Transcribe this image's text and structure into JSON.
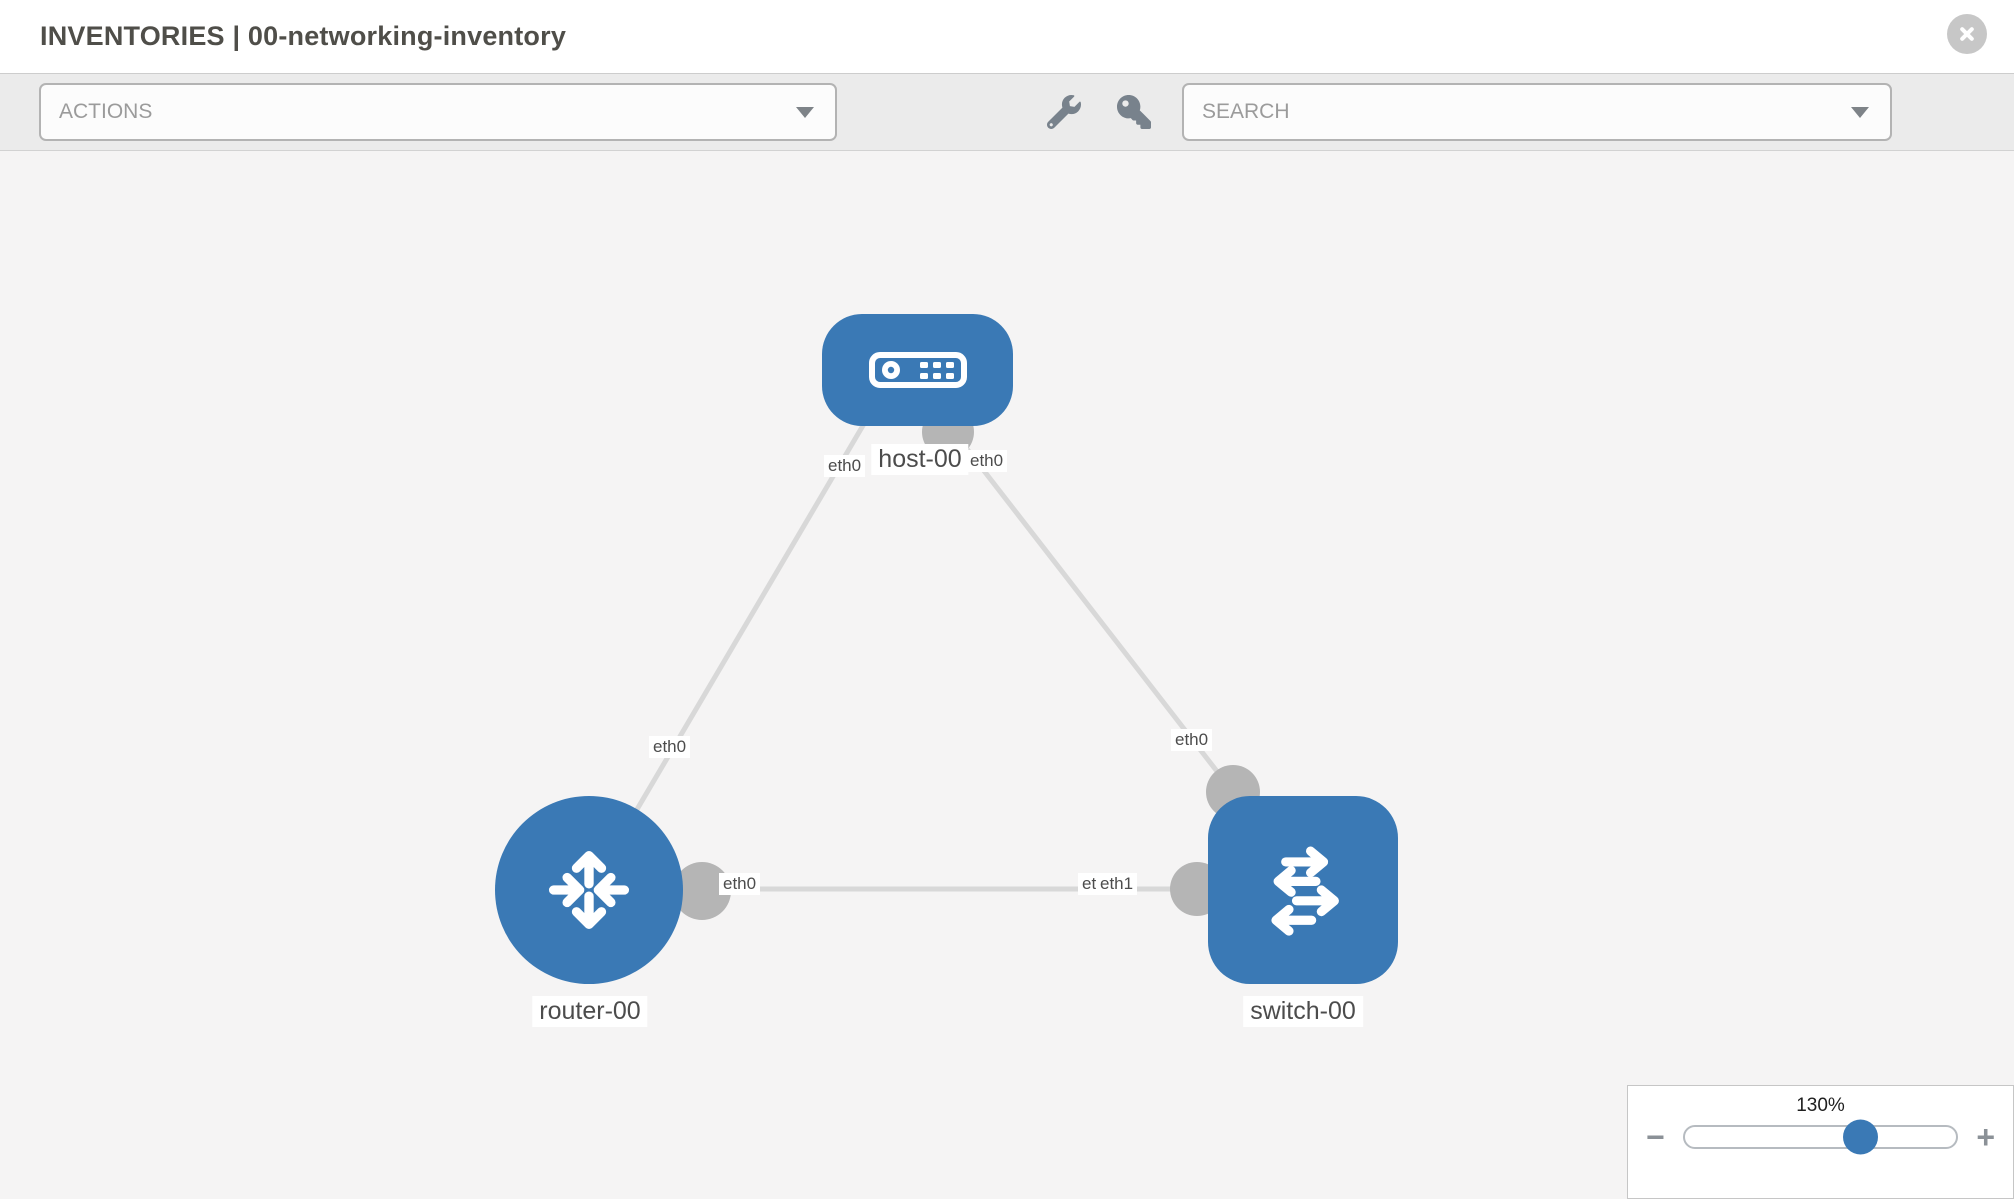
{
  "header": {
    "title": "INVENTORIES | 00-networking-inventory"
  },
  "toolbar": {
    "actions_label": "ACTIONS",
    "search_label": "SEARCH",
    "icons": [
      "wrench-icon",
      "key-icon"
    ]
  },
  "topology": {
    "nodes": [
      {
        "label": "host-00",
        "type": "host"
      },
      {
        "label": "router-00",
        "type": "router"
      },
      {
        "label": "switch-00",
        "type": "switch"
      }
    ],
    "links": [
      {
        "from": "host-00",
        "from_if": "eth0",
        "to": "router-00",
        "to_if": "eth0"
      },
      {
        "from": "host-00",
        "from_if": "eth0",
        "to": "switch-00",
        "to_if": "eth0"
      },
      {
        "from": "router-00",
        "from_if": "eth0",
        "to": "switch-00",
        "to_if": "eth1",
        "to_if_overlapped": "eth0"
      }
    ]
  },
  "zoom": {
    "level": "130%",
    "minus": "−",
    "plus": "+"
  },
  "colors": {
    "node_blue": "#3a79b5",
    "edge_gray": "#d8d8d8",
    "port_gray": "#b5b5b5",
    "toolbar_bg": "#ebebeb",
    "canvas_bg": "#f5f4f4"
  }
}
